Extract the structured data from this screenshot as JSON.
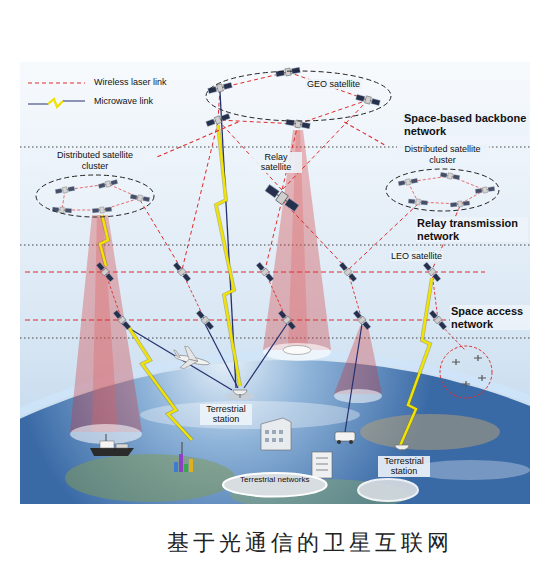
{
  "diagram": {
    "caption": "基于光通信的卫星互联网",
    "nodes": [
      {
        "text": [
          "GEO satellite"
        ]
      },
      {
        "text": [
          "Distributed satellite cluster"
        ]
      },
      {
        "text": [
          "Distributed satellite cluster"
        ]
      },
      {
        "text": [
          "Terrestrial networks"
        ]
      }
    ],
    "edges": [
      {
        "from": 0,
        "to": 1,
        "arrow": "none"
      },
      {
        "from": 0,
        "to": 2,
        "arrow": "none"
      }
    ],
    "labels": [
      "Space-based backbone network",
      "Relay satellite",
      "Relay transmission network",
      "LEO satellite",
      "Space access network",
      "Terrestrial station",
      "Terrestrial station"
    ],
    "legend": [
      {
        "text": "Wireless laser link"
      },
      {
        "text": "Microwave link"
      }
    ]
  }
}
